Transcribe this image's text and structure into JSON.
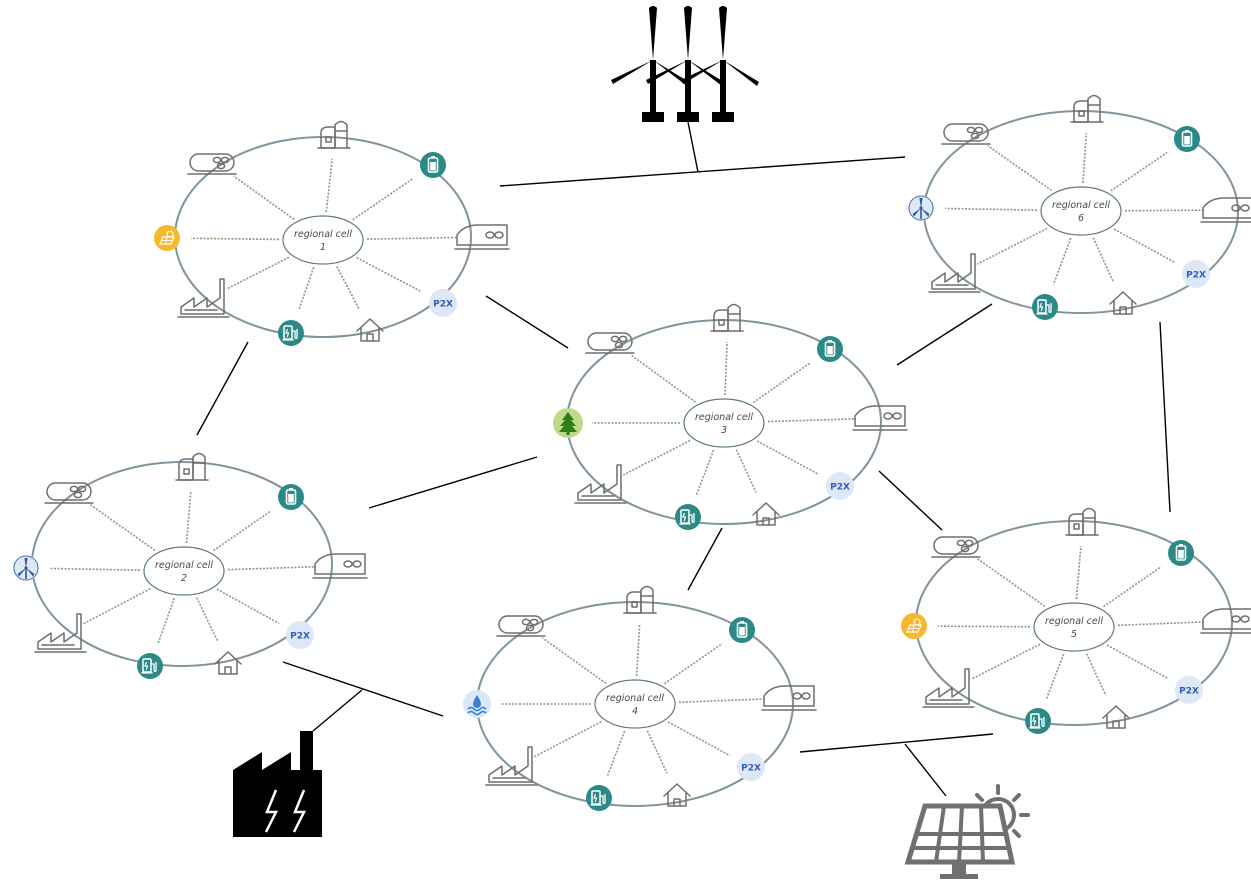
{
  "cells": [
    {
      "id": "cell-1",
      "label": "regional cell",
      "number": "1",
      "local_source": "solar-panel-icon"
    },
    {
      "id": "cell-2",
      "label": "regional cell",
      "number": "2",
      "local_source": "wind-turbine-icon"
    },
    {
      "id": "cell-3",
      "label": "regional cell",
      "number": "3",
      "local_source": "biomass-tree-icon"
    },
    {
      "id": "cell-4",
      "label": "regional cell",
      "number": "4",
      "local_source": "hydro-water-icon"
    },
    {
      "id": "cell-5",
      "label": "regional cell",
      "number": "5",
      "local_source": "solar-panel-icon"
    },
    {
      "id": "cell-6",
      "label": "regional cell",
      "number": "6",
      "local_source": "wind-turbine-icon"
    }
  ],
  "ring_icons": [
    "battery-icon",
    "train-icon",
    "p2x-icon",
    "house-icon",
    "ev-charger-icon",
    "factory-icon",
    "tank-car-icon",
    "silo-farm-icon"
  ],
  "p2x_label": "P2X",
  "external_sources": [
    "wind-farm-icon",
    "power-plant-icon",
    "solar-plant-icon"
  ],
  "colors": {
    "ring": "#7f949f",
    "spoke": "#8a9a7a",
    "teal": "#2b8a87",
    "solar": "#f5b82e",
    "p2x_bg": "#dde7f7",
    "wind_bg": "#dfe8f7",
    "hydro_bg": "#dbe8fa",
    "tree_bg": "#bfd98a",
    "tree": "#2e7d1a"
  }
}
